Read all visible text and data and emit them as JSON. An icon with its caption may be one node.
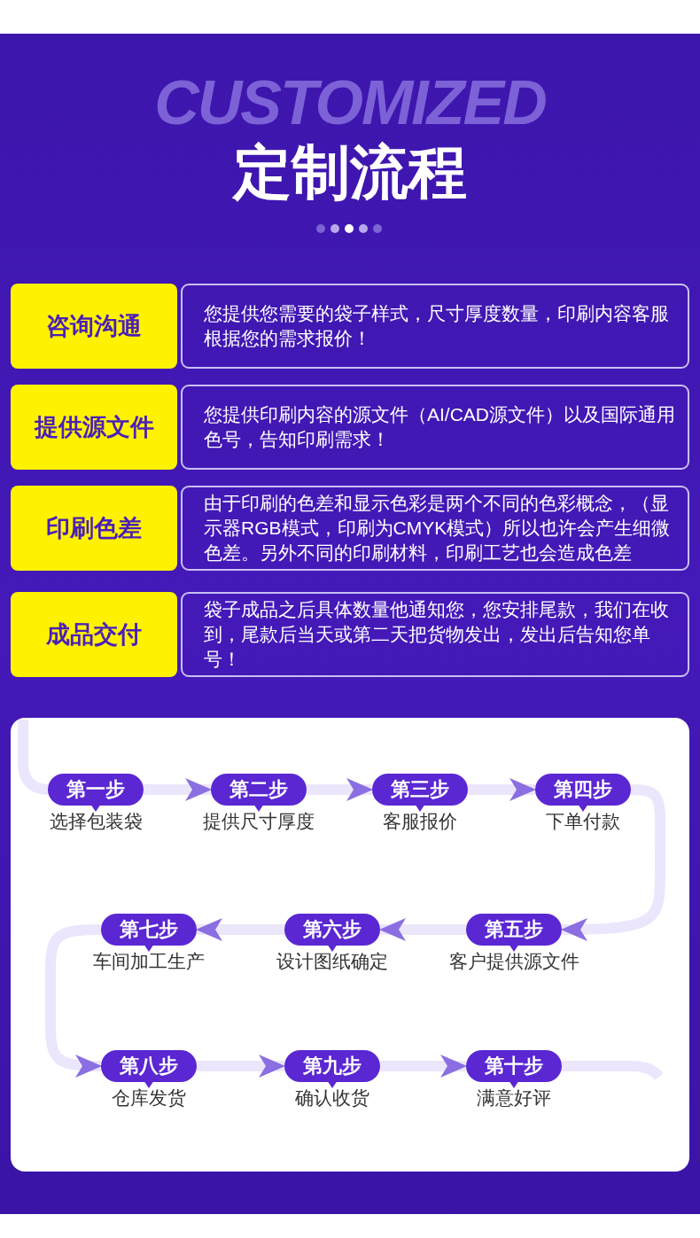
{
  "diagram": {
    "title": "定制流程",
    "nodes": [
      {
        "text": [
          "咨询沟通"
        ]
      },
      {
        "text": [
          "您提供您需要的袋子样式，尺寸厚度数量，印刷内容客服根据您的需求报价！"
        ]
      },
      {
        "text": [
          "提供源文件"
        ]
      },
      {
        "text": [
          "您提供印刷内容的源文件（AI/CAD源文件）以及国际通用色号，告知印刷需求！"
        ]
      },
      {
        "text": [
          "印刷色差"
        ]
      },
      {
        "text": [
          "由于印刷的色差和显示色彩是两个不同的色彩概念，（显示器RGB模式，印刷为CMYK模式）所以也许会产生细微色差。另外不同的印刷材料，印刷工艺也会造成色差"
        ]
      },
      {
        "text": [
          "成品交付"
        ]
      },
      {
        "text": [
          "袋子成品之后具体数量他通知您，您安排尾款，我们在收到，尾款后当天或第二天把货物发出，发出后告知您单号！"
        ]
      },
      {
        "text": [
          "第一步"
        ],
        "beside": [
          "选择包装袋"
        ]
      },
      {
        "text": [
          "第二步"
        ],
        "beside": [
          "提供尺寸厚度"
        ]
      },
      {
        "text": [
          "第三步"
        ],
        "beside": [
          "客服报价"
        ]
      },
      {
        "text": [
          "第四步"
        ],
        "beside": [
          "下单付款"
        ]
      },
      {
        "text": [
          "第五步"
        ],
        "beside": [
          "客户提供源文件"
        ]
      },
      {
        "text": [
          "第六步"
        ],
        "beside": [
          "设计图纸确定"
        ]
      },
      {
        "text": [
          "第七步"
        ],
        "beside": [
          "车间加工生产"
        ]
      },
      {
        "text": [
          "第八步"
        ],
        "beside": [
          "仓库发货"
        ]
      },
      {
        "text": [
          "第九步"
        ],
        "beside": [
          "确认收货"
        ]
      },
      {
        "text": [
          "第十步"
        ],
        "beside": [
          "满意好评"
        ]
      }
    ],
    "edges": [
      {
        "from": null,
        "to": 8,
        "arrow": "none"
      },
      {
        "from": 8,
        "to": 9,
        "arrow": "to"
      },
      {
        "from": 9,
        "to": 10,
        "arrow": "to"
      },
      {
        "from": 10,
        "to": 11,
        "arrow": "to"
      },
      {
        "from": 11,
        "to": 12,
        "arrow": "to"
      },
      {
        "from": 12,
        "to": 13,
        "arrow": "to"
      },
      {
        "from": 13,
        "to": 14,
        "arrow": "to"
      },
      {
        "from": 14,
        "to": 15,
        "arrow": "to"
      },
      {
        "from": 15,
        "to": 16,
        "arrow": "to"
      },
      {
        "from": 16,
        "to": 17,
        "arrow": "to"
      },
      {
        "from": 17,
        "to": null,
        "arrow": "none"
      }
    ],
    "labels": [
      "CUSTOMIZED"
    ]
  }
}
